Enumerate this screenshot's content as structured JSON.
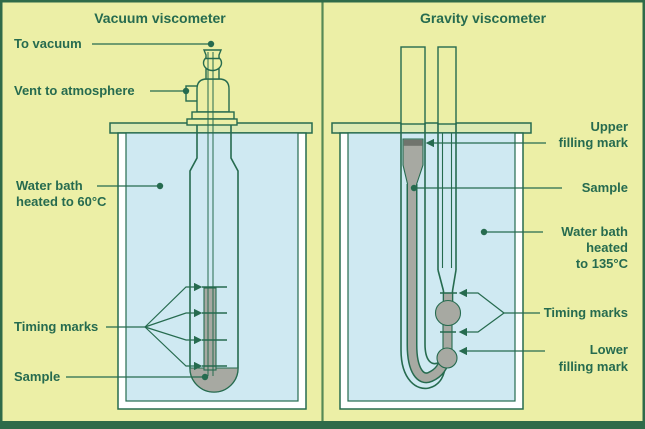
{
  "figure": {
    "panels": {
      "left": {
        "title": "Vacuum viscometer",
        "labels": {
          "to_vacuum": "To vacuum",
          "vent": "Vent to atmosphere",
          "water_bath_line1": "Water bath",
          "water_bath_line2": "heated to 60°C",
          "timing_marks": "Timing marks",
          "sample": "Sample"
        }
      },
      "right": {
        "title": "Gravity viscometer",
        "labels": {
          "upper_filling_line1": "Upper",
          "upper_filling_line2": "filling mark",
          "sample": "Sample",
          "water_bath_line1": "Water bath",
          "water_bath_line2": "heated",
          "water_bath_line3": "to 135°C",
          "timing_marks": "Timing marks",
          "lower_filling_line1": "Lower",
          "lower_filling_line2": "filling mark"
        }
      }
    }
  },
  "colors": {
    "bg": "#ecefa6",
    "ink": "#266b4f",
    "water": "#cfe9f2",
    "sample_gray": "#a7a9a2",
    "sample_dark": "#70746d",
    "lid": "#dceab4",
    "wall": "#ffffff",
    "border": "#2f6b49",
    "divider": "#568a55"
  }
}
